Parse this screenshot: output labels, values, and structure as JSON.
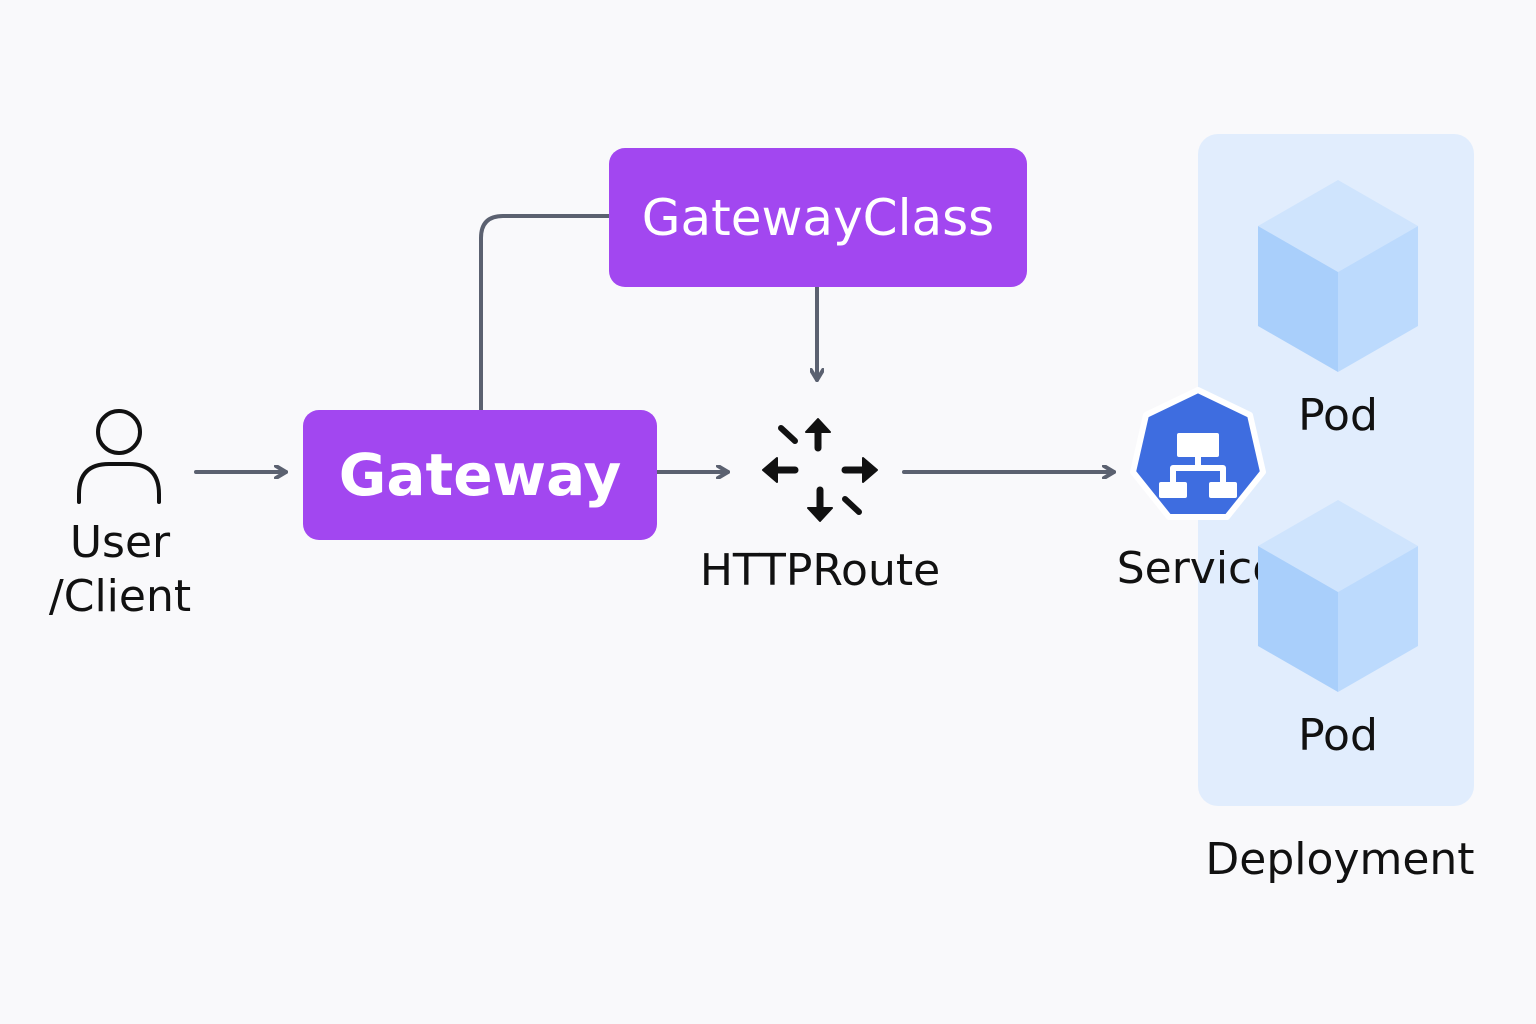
{
  "diagram": {
    "user": {
      "label_line1": "User",
      "label_line2": "/Client",
      "icon": "user-icon"
    },
    "gateway": {
      "label": "Gateway"
    },
    "gateway_class": {
      "label": "GatewayClass"
    },
    "httproute": {
      "label": "HTTPRoute",
      "icon": "route-arrows-icon"
    },
    "service": {
      "label": "Service",
      "icon": "kubernetes-service-icon"
    },
    "deployment": {
      "label": "Deployment",
      "pods": [
        {
          "label": "Pod",
          "icon": "cube-icon"
        },
        {
          "label": "Pod",
          "icon": "cube-icon"
        }
      ]
    }
  },
  "colors": {
    "box": "#a247f0",
    "service": "#3e6de0",
    "deployment_bg": "#e1edfd",
    "cube": "#b3d5fc",
    "connector": "#5b6170",
    "background": "#f9f9fb"
  }
}
